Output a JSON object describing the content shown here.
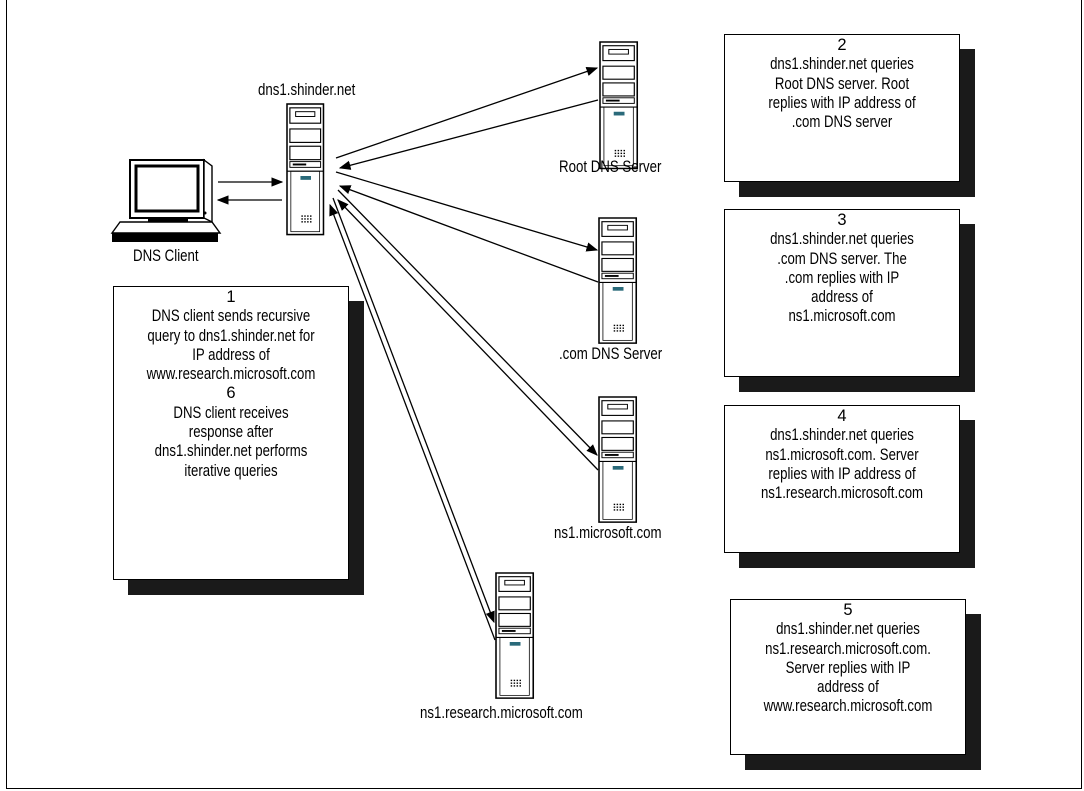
{
  "nodes": {
    "dns1": "dns1.shinder.net",
    "client": "DNS Client",
    "root": "Root DNS Server",
    "com": ".com DNS Server",
    "ns1": "ns1.microsoft.com",
    "ns1research": "ns1.research.microsoft.com"
  },
  "boxes": [
    {
      "step": "1",
      "lines": [
        "DNS client sends recursive",
        "query to dns1.shinder.net for",
        "IP address of",
        "www.research.microsoft.com"
      ],
      "step2": "6",
      "lines2": [
        "DNS client receives",
        "response after",
        "dns1.shinder.net performs",
        "iterative queries"
      ]
    },
    {
      "step": "2",
      "lines": [
        "dns1.shinder.net queries",
        "Root DNS server.  Root",
        "replies with IP address of",
        ".com DNS server"
      ]
    },
    {
      "step": "3",
      "lines": [
        "dns1.shinder.net queries",
        ".com DNS server.  The",
        ".com replies with IP",
        "address of",
        "ns1.microsoft.com"
      ]
    },
    {
      "step": "4",
      "lines": [
        "dns1.shinder.net queries",
        "ns1.microsoft.com.  Server",
        "replies with IP address of",
        "ns1.research.microsoft.com"
      ]
    },
    {
      "step": "5",
      "lines": [
        "dns1.shinder.net queries",
        "ns1.research.microsoft.com.",
        "Server replies with IP",
        "address of",
        "www.research.microsoft.com"
      ]
    }
  ]
}
